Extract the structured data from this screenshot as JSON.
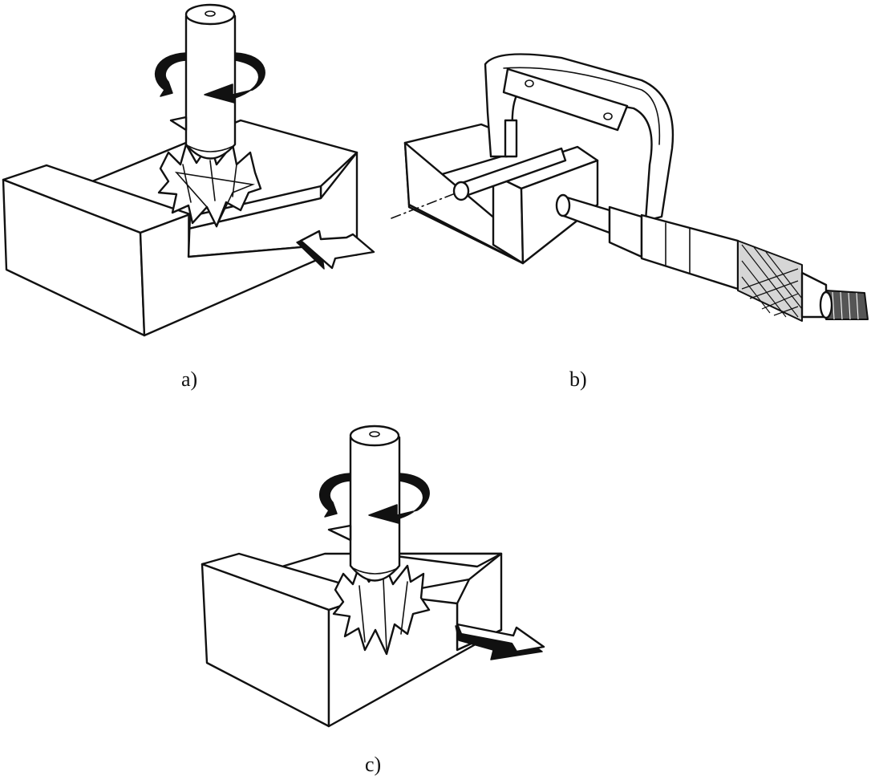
{
  "figure": {
    "panels": [
      {
        "id": "a",
        "caption": "a)"
      },
      {
        "id": "b",
        "caption": "b)"
      },
      {
        "id": "c",
        "caption": "c)"
      }
    ]
  },
  "colors": {
    "line": "#111111",
    "fill": "#ffffff",
    "shade": "#d6d6d6"
  },
  "icons": [
    "rotation-arrow-icon",
    "feed-arrow-icon",
    "retract-arrow-icon"
  ]
}
